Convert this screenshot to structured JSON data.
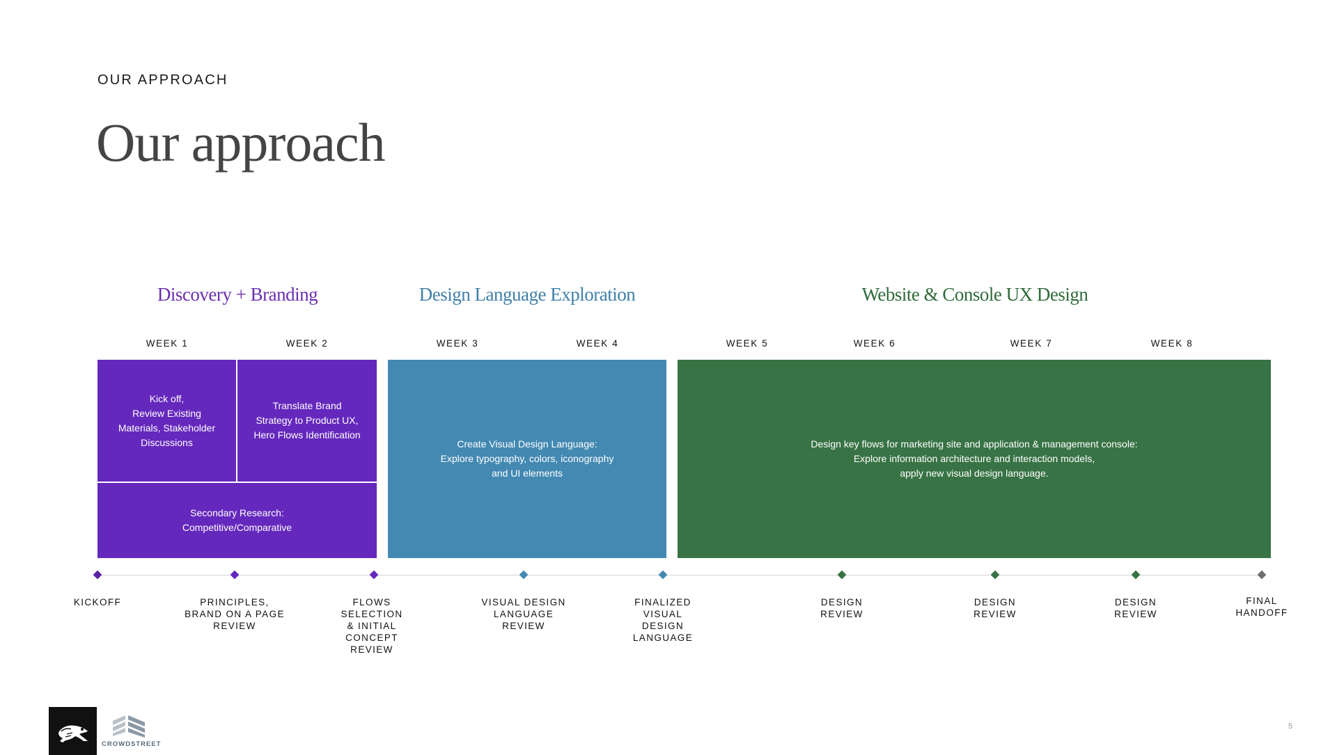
{
  "header": {
    "eyebrow": "OUR APPROACH",
    "title": "Our approach"
  },
  "colors": {
    "purple": "#6528bd",
    "blue": "#4389b2",
    "green": "#387345",
    "handoff_gray": "#6e6e6e",
    "track": "#d4d4d4"
  },
  "phases": [
    {
      "label": "Discovery + Branding",
      "color": "#6b2fb0"
    },
    {
      "label": "Design Language Exploration",
      "color": "#3f7fa8"
    },
    {
      "label": "Website & Console UX Design",
      "color": "#2f6b3b"
    }
  ],
  "weeks": [
    "WEEK 1",
    "WEEK 2",
    "WEEK 3",
    "WEEK 4",
    "WEEK 5",
    "WEEK 6",
    "WEEK 7",
    "WEEK 8"
  ],
  "activities": {
    "kickoff": "Kick off,\nReview Existing\nMaterials, Stakeholder\nDiscussions",
    "translate_brand": "Translate Brand\nStrategy to Product UX,\nHero Flows Identification",
    "secondary_research": "Secondary Research:\nCompetitive/Comparative",
    "visual_design_language": "Create Visual Design Language:\nExplore typography, colors, iconography\nand UI elements",
    "key_flows": "Design key flows for marketing site and application & management console:\nExplore information architecture and interaction models,\napply new visual design language."
  },
  "milestones": [
    {
      "label": "KICKOFF",
      "color": "#5b23a6"
    },
    {
      "label": "PRINCIPLES,\nBRAND ON A PAGE\nREVIEW",
      "color": "#6528bd"
    },
    {
      "label": "FLOWS\nSELECTION\n& INITIAL\nCONCEPT\nREVIEW",
      "color": "#6528bd"
    },
    {
      "label": "VISUAL DESIGN\nLANGUAGE\nREVIEW",
      "color": "#4389b2"
    },
    {
      "label": "FINALIZED\nVISUAL\nDESIGN\nLANGUAGE",
      "color": "#4389b2"
    },
    {
      "label": "DESIGN\nREVIEW",
      "color": "#387345"
    },
    {
      "label": "DESIGN\nREVIEW",
      "color": "#387345"
    },
    {
      "label": "DESIGN\nREVIEW",
      "color": "#387345"
    },
    {
      "label": "FINAL\nHANDOFF",
      "color": "#6e6e6e"
    }
  ],
  "footer": {
    "logo_icon": "frog-icon",
    "brand_icon": "crowdstreet-icon",
    "brand_name": "CROWDSTREET",
    "page_number": "5"
  }
}
